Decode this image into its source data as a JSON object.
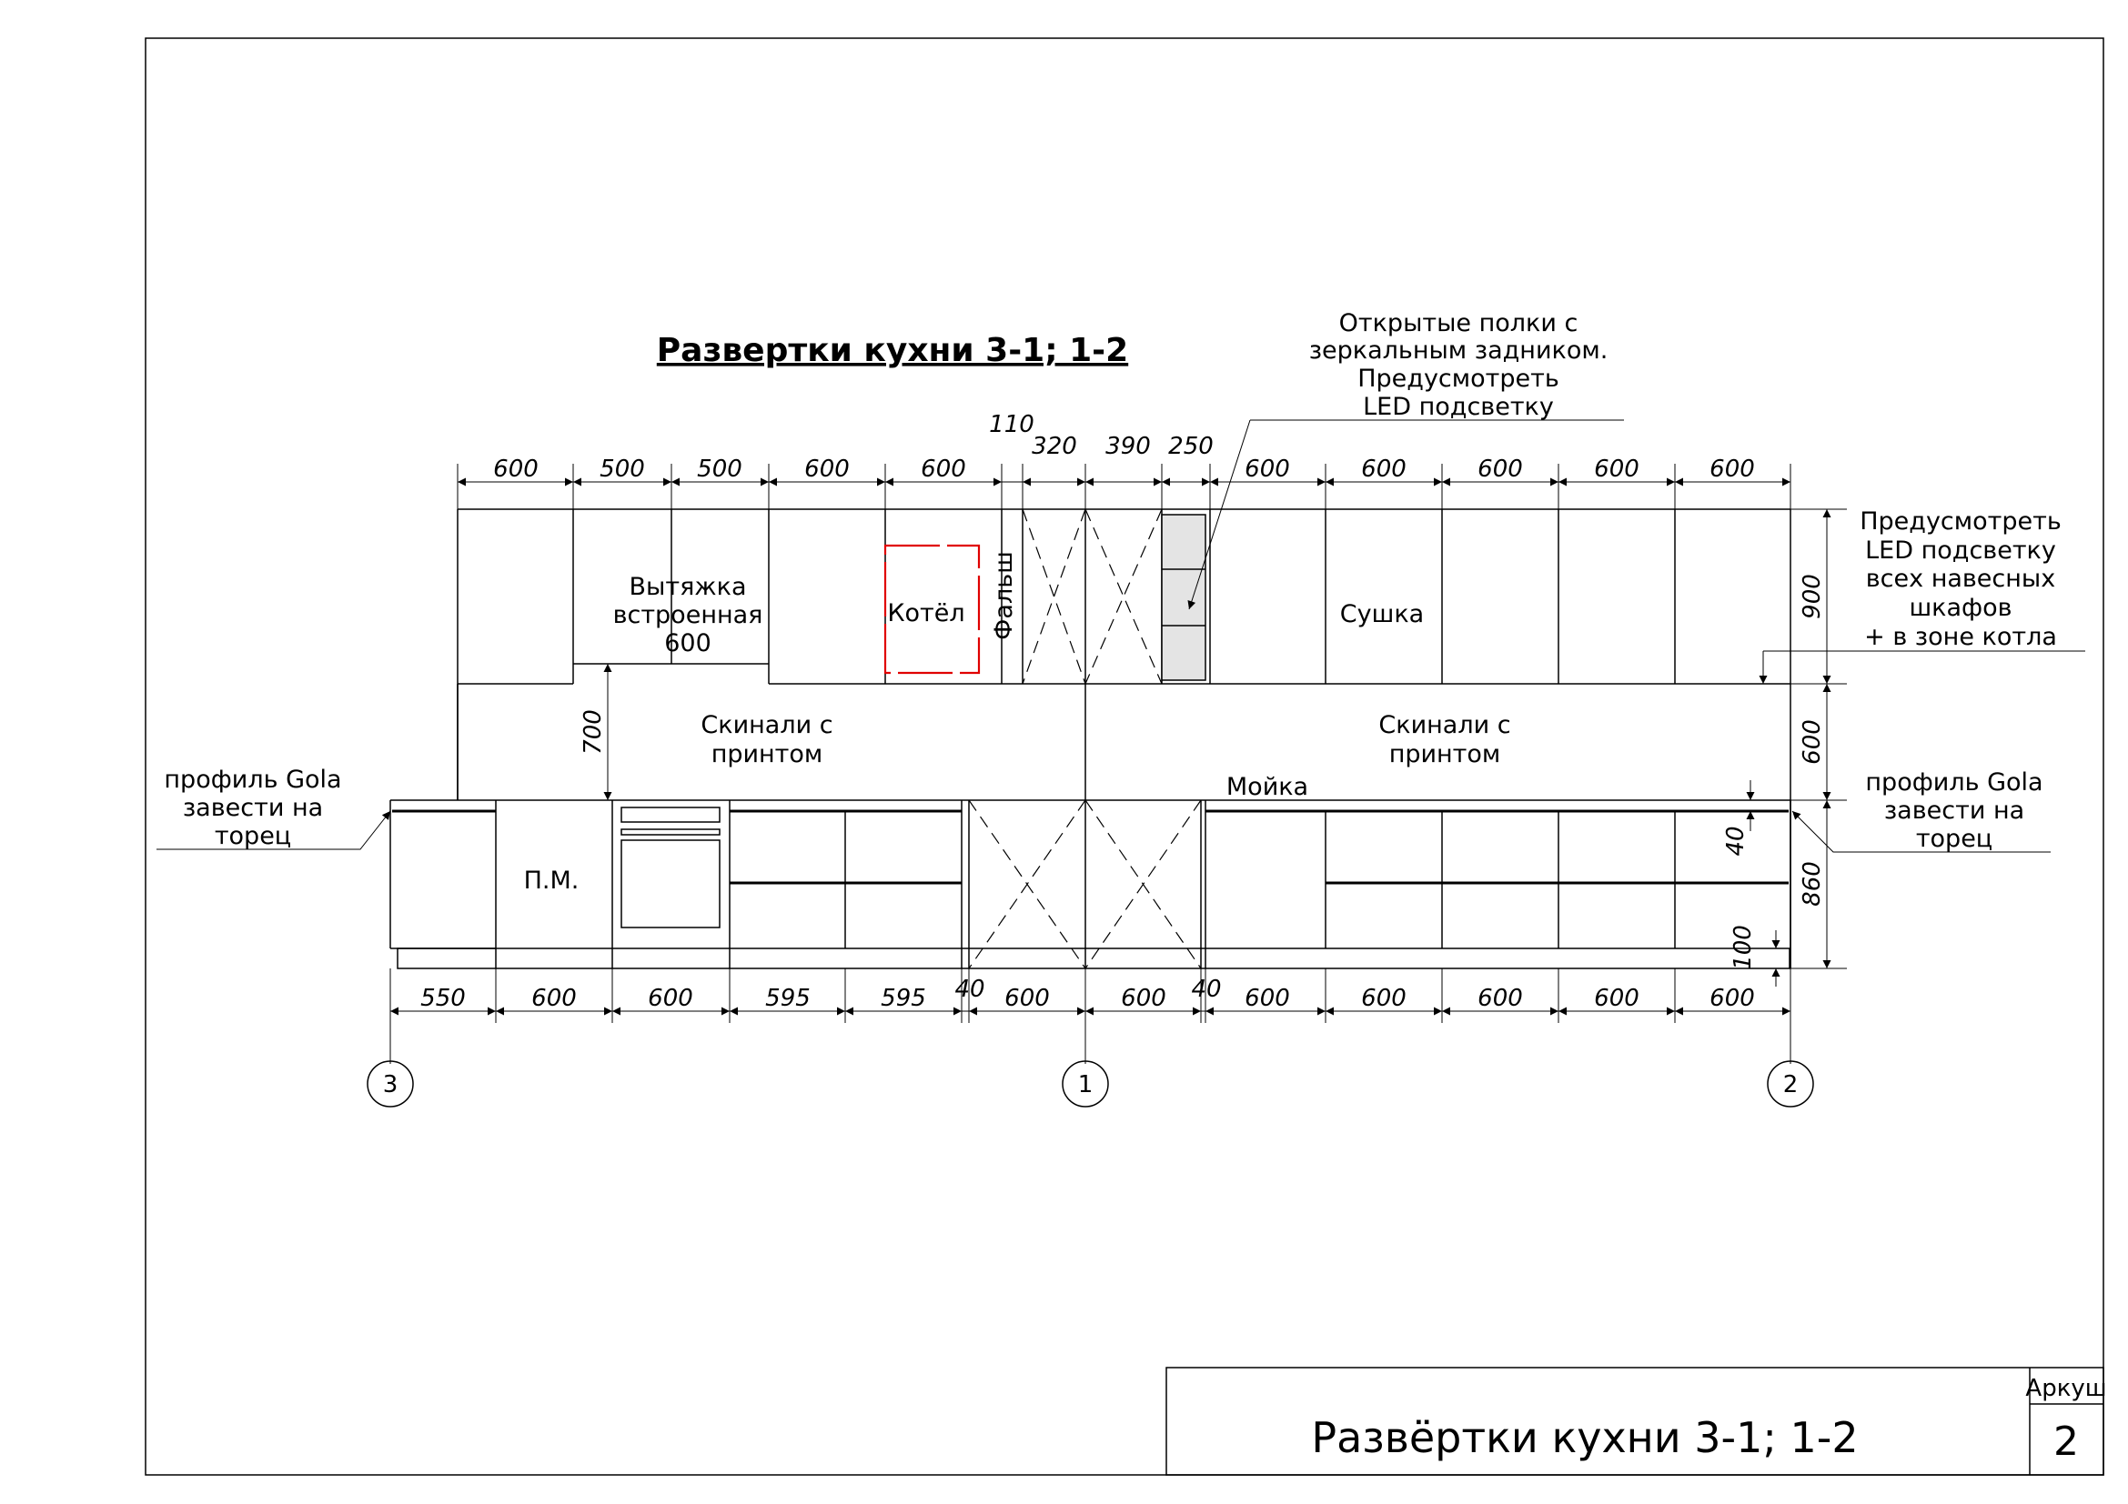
{
  "title": "Развертки кухни 3-1; 1-2",
  "notes": {
    "open_shelves": [
      "Открытые полки с",
      "зеркальным задником.",
      "Предусмотреть",
      "LED подсветку"
    ],
    "led_right": [
      "Предусмотреть",
      "LED подсветку",
      "всех навесных",
      "шкафов",
      "+ в зоне котла"
    ],
    "gola_left": [
      "профиль Gola",
      "завести на",
      "торец"
    ],
    "gola_right": [
      "профиль Gola",
      "завести на",
      "торец"
    ]
  },
  "labels": {
    "hood": [
      "Вытяжка",
      "встроенная",
      "600"
    ],
    "boiler": "Котёл",
    "falsh": "Фальш",
    "dryer": "Сушка",
    "skinali_left": [
      "Скинали с",
      "принтом"
    ],
    "skinali_right": [
      "Скинали с",
      "принтом"
    ],
    "sink": "Мойка",
    "dishwasher": "П.М."
  },
  "dims_top": [
    "600",
    "500",
    "500",
    "600",
    "600",
    "110",
    "320",
    "390",
    "250",
    "600",
    "600",
    "600",
    "600",
    "600"
  ],
  "dims_bottom": [
    "550",
    "600",
    "600",
    "595",
    "595",
    "40",
    "600",
    "600",
    "40",
    "600",
    "600",
    "600",
    "600",
    "600"
  ],
  "dims_vertical": {
    "upper": "900",
    "backsplash": "600",
    "base": "860",
    "gap": "700",
    "counter": "40",
    "plinth": "100"
  },
  "axes": [
    "3",
    "1",
    "2"
  ],
  "title_block": {
    "sheet_label": "Аркуш",
    "sheet_number": "2",
    "name": "Развёртки кухни 3-1; 1-2"
  }
}
